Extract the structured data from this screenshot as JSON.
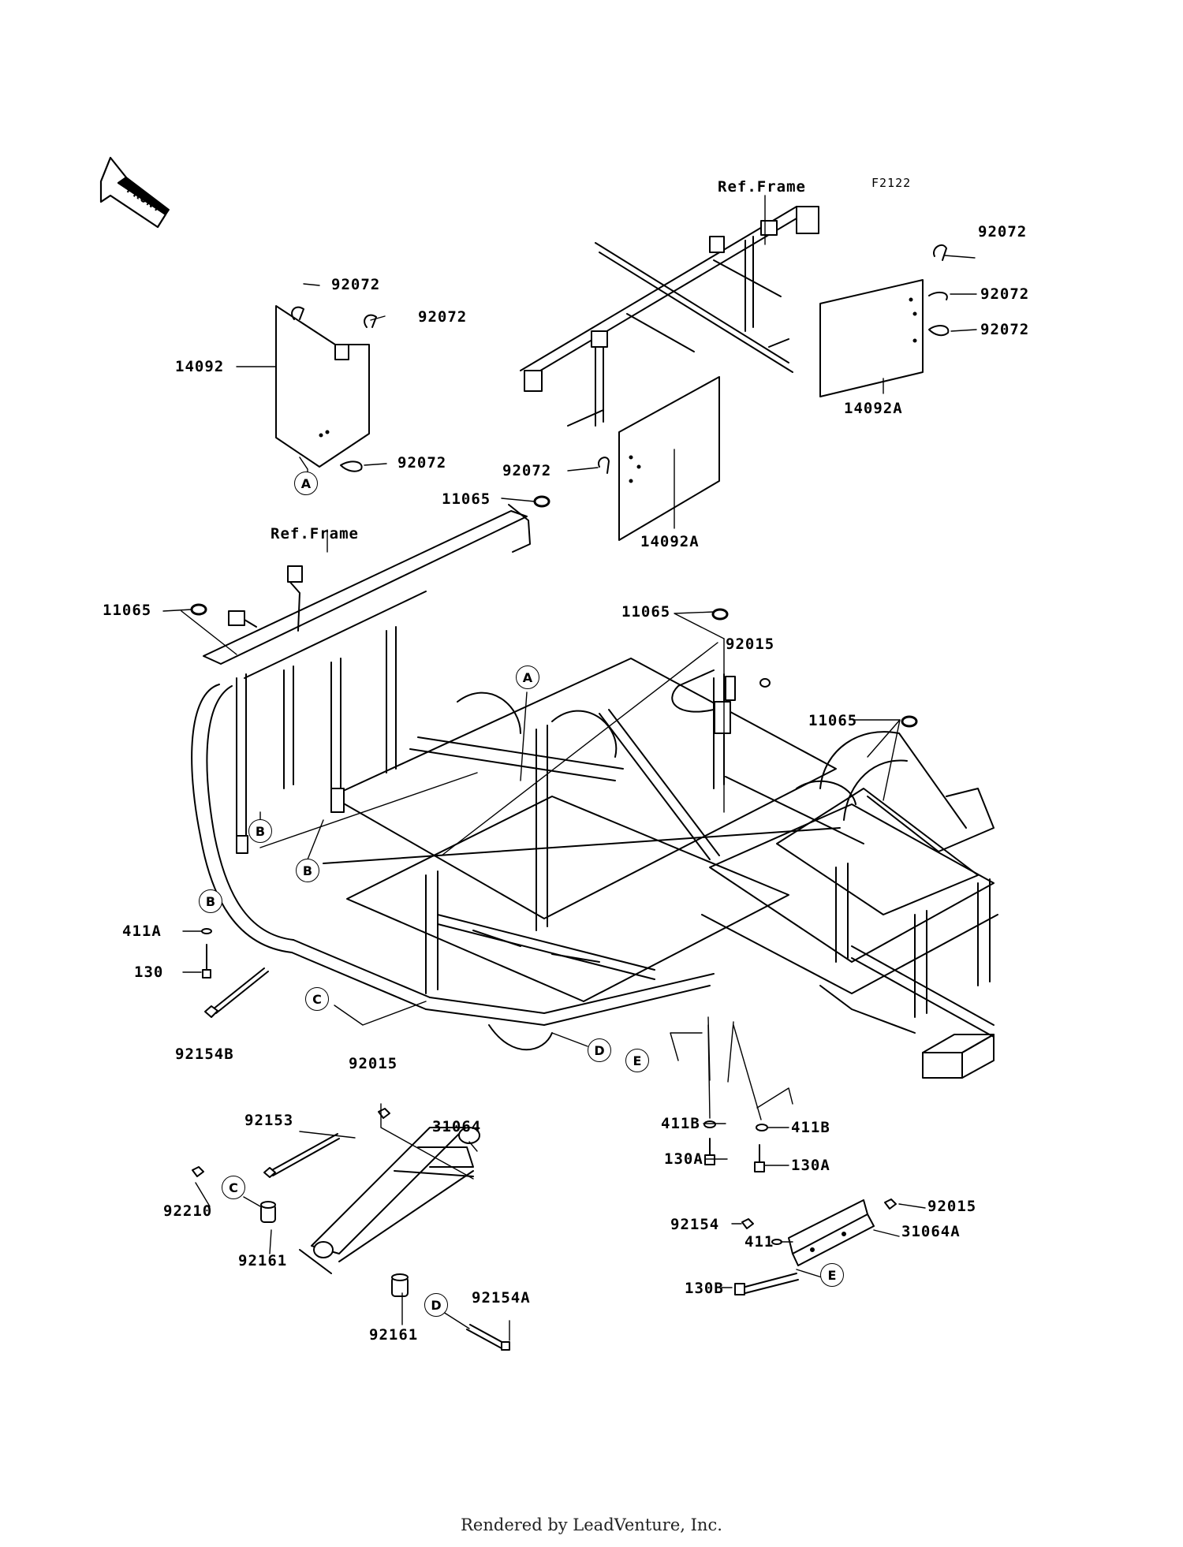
{
  "diagram": {
    "code": "F2122",
    "front_label": "FRONT",
    "ref_labels": [
      "Ref.Frame",
      "Ref.Frame"
    ],
    "part_labels": [
      "92072",
      "92072",
      "14092",
      "92072",
      "92072",
      "92072",
      "92072",
      "14092A",
      "92072",
      "11065",
      "14092A",
      "11065",
      "11065",
      "92015",
      "11065",
      "411A",
      "130",
      "92154B",
      "92015",
      "92153",
      "31064",
      "92210",
      "92161",
      "92161",
      "92154A",
      "411B",
      "130A",
      "411B",
      "130A",
      "92015",
      "92154",
      "411",
      "31064A",
      "130B"
    ],
    "callouts": [
      "A",
      "A",
      "B",
      "B",
      "B",
      "C",
      "C",
      "D",
      "D",
      "E",
      "E"
    ]
  },
  "footer": "Rendered by LeadVenture, Inc.",
  "style": {
    "line": "#000000",
    "background": "#ffffff"
  }
}
